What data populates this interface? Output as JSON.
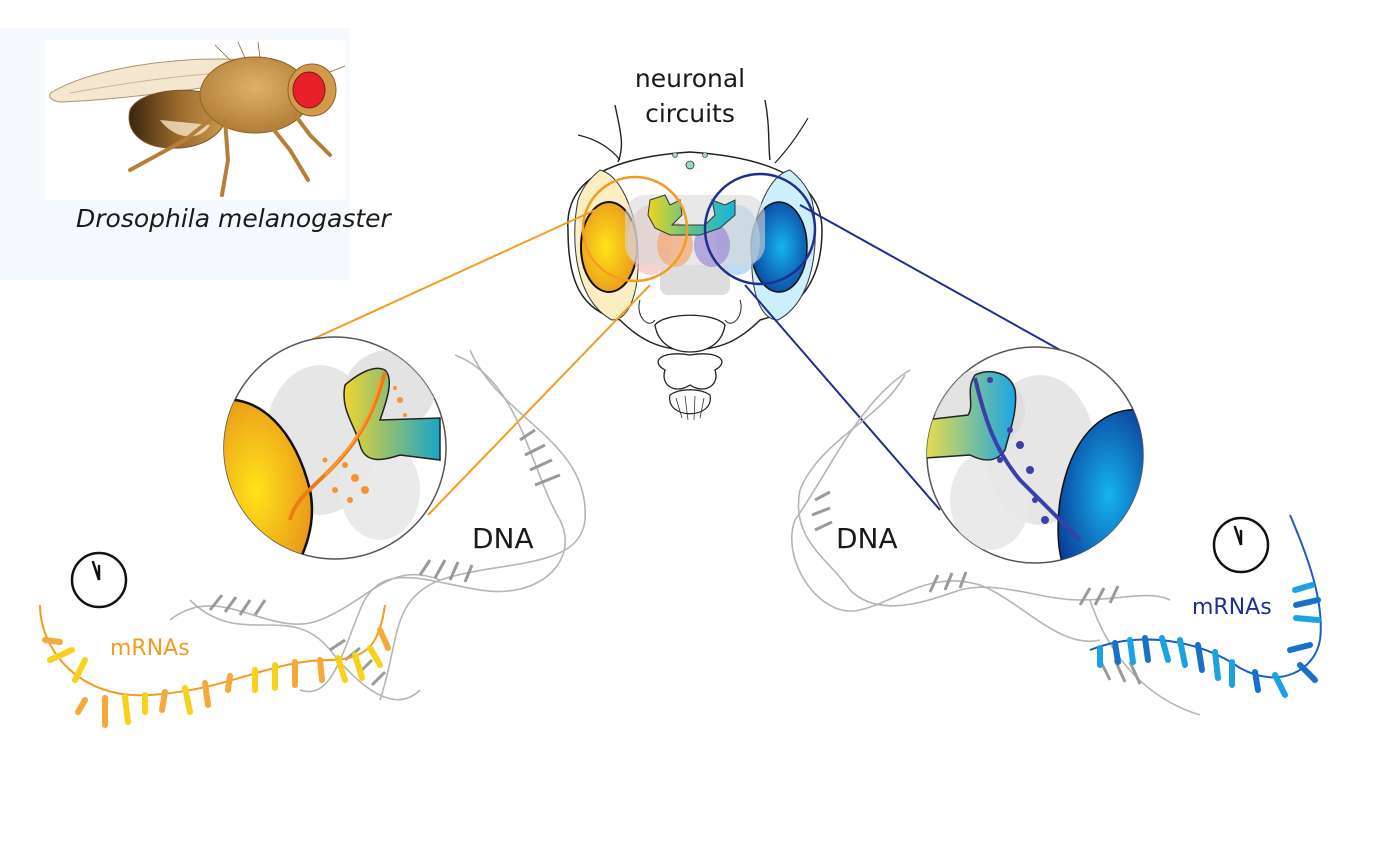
{
  "figure": {
    "species_label": "Drosophila melanogaster",
    "center_label_line1": "neuronal",
    "center_label_line2": "circuits",
    "left_panel": {
      "dna_label": "DNA",
      "mrna_label": "mRNAs",
      "clock_icon": "clock-icon",
      "accent_color": "#f39c1f"
    },
    "right_panel": {
      "dna_label": "DNA",
      "mrna_label": "mRNAs",
      "clock_icon": "clock-icon",
      "accent_color": "#1f2f8f"
    },
    "colors": {
      "left_eye": "#f5b21a",
      "right_eye": "#0b62c4",
      "fly_body": "#c9923f",
      "fly_eye": "#e8202a",
      "dna": "#b5b5b5"
    }
  }
}
